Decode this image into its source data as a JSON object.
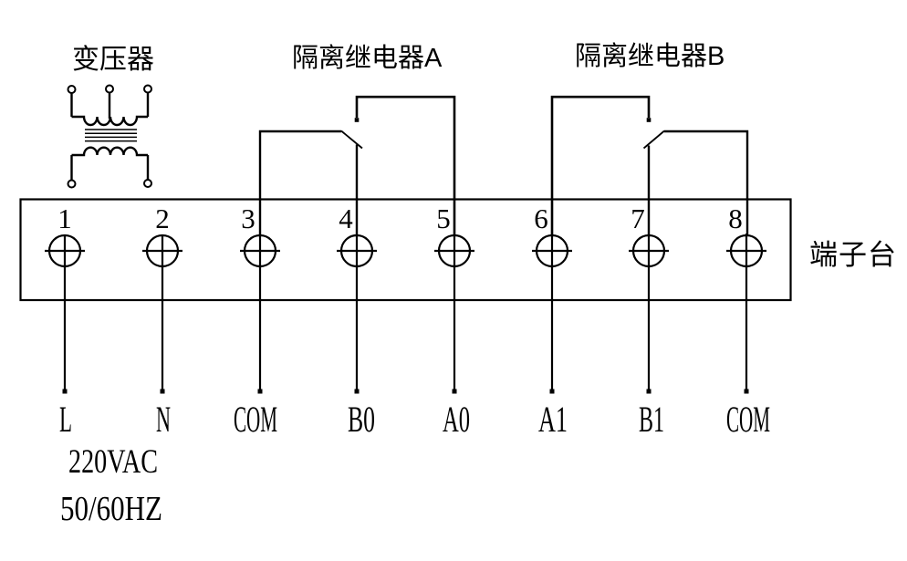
{
  "transformer": {
    "label": "变压器"
  },
  "relay_a": {
    "label": "隔离继电器A"
  },
  "relay_b": {
    "label": "隔离继电器B"
  },
  "terminal_block": {
    "label": "端子台",
    "terminals": [
      {
        "number": "1",
        "signal": "L"
      },
      {
        "number": "2",
        "signal": "N"
      },
      {
        "number": "3",
        "signal": "COM"
      },
      {
        "number": "4",
        "signal": "B0"
      },
      {
        "number": "5",
        "signal": "A0"
      },
      {
        "number": "6",
        "signal": "A1"
      },
      {
        "number": "7",
        "signal": "B1"
      },
      {
        "number": "8",
        "signal": "COM"
      }
    ]
  },
  "power": {
    "voltage": "220VAC",
    "frequency": "50/60HZ"
  },
  "colors": {
    "line": "#000000",
    "background": "#ffffff"
  }
}
